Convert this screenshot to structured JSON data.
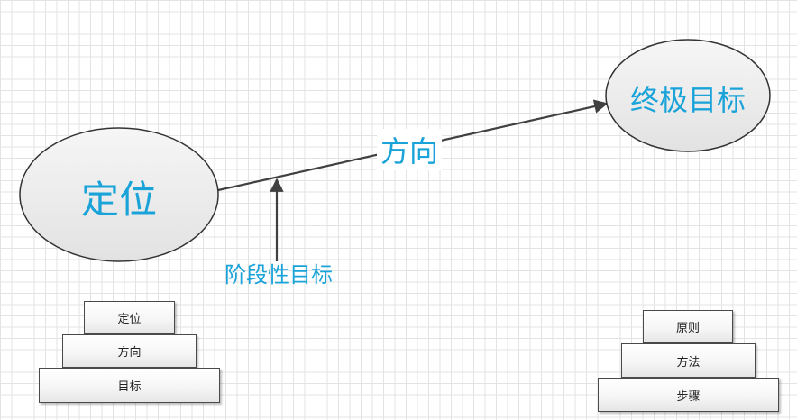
{
  "colors": {
    "label": "#1aa3d9",
    "ellipse_fill": "#ececec",
    "stroke": "#404040"
  },
  "diagram": {
    "start_node": {
      "label": "定位"
    },
    "end_node": {
      "label": "终极目标"
    },
    "main_arrow": {
      "label": "方向"
    },
    "stage_arrow": {
      "label": "阶段性目标"
    }
  },
  "left_pyramid": {
    "levels": [
      "定位",
      "方向",
      "目标"
    ]
  },
  "right_pyramid": {
    "levels": [
      "原则",
      "方法",
      "步骤"
    ]
  }
}
